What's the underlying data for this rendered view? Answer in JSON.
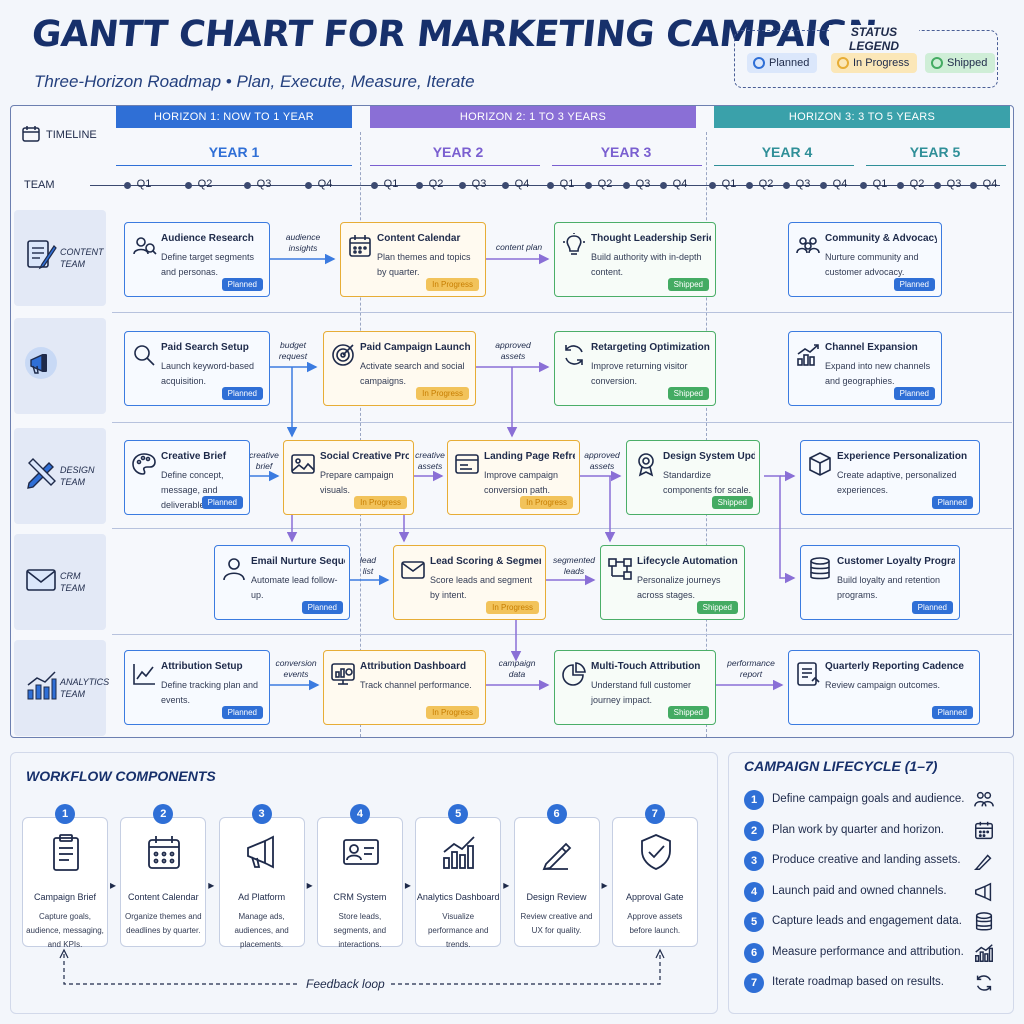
{
  "header": {
    "title": "GANTT CHART FOR MARKETING CAMPAIGN",
    "subtitle": "Three-Horizon Roadmap • Plan, Execute, Measure, Iterate"
  },
  "legend": {
    "title": "STATUS LEGEND",
    "items": [
      {
        "label": "Planned",
        "color": "#2f6fd6"
      },
      {
        "label": "In Progress",
        "color": "#e7ad36"
      },
      {
        "label": "Shipped",
        "color": "#44ab63"
      }
    ]
  },
  "timeline": {
    "label": "TIMELINE",
    "team_label": "TEAM",
    "horizons": [
      {
        "label": "HORIZON 1: NOW TO 1 YEAR",
        "color": "#2f6fd6"
      },
      {
        "label": "HORIZON 2: 1 TO 3 YEARS",
        "color": "#8a6fd6"
      },
      {
        "label": "HORIZON 3: 3 TO 5 YEARS",
        "color": "#3aa1aa"
      }
    ],
    "years": [
      "YEAR 1",
      "YEAR 2",
      "YEAR 3",
      "YEAR 4",
      "YEAR 5"
    ],
    "quarters": [
      "Q1",
      "Q2",
      "Q3",
      "Q4"
    ]
  },
  "teams": [
    {
      "name": "CONTENT TEAM",
      "icon": "document-pencil-icon"
    },
    {
      "name": "",
      "icon": "megaphone-icon"
    },
    {
      "name": "DESIGN TEAM",
      "icon": "pencil-ruler-icon"
    },
    {
      "name": "CRM TEAM",
      "icon": "envelope-icon"
    },
    {
      "name": "ANALYTICS TEAM",
      "icon": "bar-chart-icon"
    }
  ],
  "status_labels": {
    "planned": "Planned",
    "progress": "In Progress",
    "shipped": "Shipped"
  },
  "tasks": [
    {
      "title": "Audience Research",
      "desc": "Define target segments and personas.",
      "status": "planned",
      "icon": "people-search-icon"
    },
    {
      "title": "Content Calendar",
      "desc": "Plan themes and topics by quarter.",
      "status": "progress",
      "icon": "calendar-icon"
    },
    {
      "title": "Thought Leadership Series",
      "desc": "Build authority with in-depth content.",
      "status": "shipped",
      "icon": "lightbulb-icon"
    },
    {
      "title": "Community & Advocacy",
      "desc": "Nurture community and customer advocacy.",
      "status": "planned",
      "icon": "group-icon"
    },
    {
      "title": "Paid Search Setup",
      "desc": "Launch keyword-based acquisition.",
      "status": "planned",
      "icon": "magnifier-icon"
    },
    {
      "title": "Paid Campaign Launch",
      "desc": "Activate search and social campaigns.",
      "status": "progress",
      "icon": "target-icon"
    },
    {
      "title": "Retargeting Optimization",
      "desc": "Improve returning visitor conversion.",
      "status": "shipped",
      "icon": "refresh-icon"
    },
    {
      "title": "Channel Expansion",
      "desc": "Expand into new channels and geographies.",
      "status": "planned",
      "icon": "growth-chart-icon"
    },
    {
      "title": "Creative Brief",
      "desc": "Define concept, message, and deliverables.",
      "status": "planned",
      "icon": "palette-icon"
    },
    {
      "title": "Social Creative Production",
      "desc": "Prepare campaign visuals.",
      "status": "progress",
      "icon": "image-icon"
    },
    {
      "title": "Landing Page Refresh",
      "desc": "Improve campaign conversion path.",
      "status": "progress",
      "icon": "browser-window-icon"
    },
    {
      "title": "Design System Update",
      "desc": "Standardize components for scale.",
      "status": "shipped",
      "icon": "badge-icon"
    },
    {
      "title": "Experience Personalization",
      "desc": "Create adaptive, personalized experiences.",
      "status": "planned",
      "icon": "cube-icon"
    },
    {
      "title": "Email Nurture Sequence",
      "desc": "Automate lead follow-up.",
      "status": "planned",
      "icon": "person-icon"
    },
    {
      "title": "Lead Scoring & Segmentation",
      "desc": "Score leads and segment by intent.",
      "status": "progress",
      "icon": "envelope-icon"
    },
    {
      "title": "Lifecycle Automation",
      "desc": "Personalize journeys across stages.",
      "status": "shipped",
      "icon": "workflow-icon"
    },
    {
      "title": "Customer Loyalty Program",
      "desc": "Build loyalty and retention programs.",
      "status": "planned",
      "icon": "database-icon"
    },
    {
      "title": "Attribution Setup",
      "desc": "Define tracking plan and events.",
      "status": "planned",
      "icon": "line-chart-icon"
    },
    {
      "title": "Attribution Dashboard",
      "desc": "Track channel performance.",
      "status": "progress",
      "icon": "dashboard-icon"
    },
    {
      "title": "Multi-Touch Attribution",
      "desc": "Understand full customer journey impact.",
      "status": "shipped",
      "icon": "pie-chart-icon"
    },
    {
      "title": "Quarterly Reporting Cadence",
      "desc": "Review campaign outcomes.",
      "status": "planned",
      "icon": "report-icon"
    }
  ],
  "connectors": [
    "audience insights",
    "content plan",
    "budget request",
    "approved assets",
    "creative brief",
    "creative assets",
    "approved assets",
    "lead list",
    "segmented leads",
    "conversion events",
    "campaign data",
    "performance report"
  ],
  "workflow": {
    "title": "WORKFLOW COMPONENTS",
    "feedback": "Feedback loop",
    "items": [
      {
        "num": "1",
        "title": "Campaign Brief",
        "desc": "Capture goals, audience, messaging, and KPIs.",
        "icon": "clipboard-icon"
      },
      {
        "num": "2",
        "title": "Content Calendar",
        "desc": "Organize themes and deadlines by quarter.",
        "icon": "calendar-icon"
      },
      {
        "num": "3",
        "title": "Ad Platform",
        "desc": "Manage ads, audiences, and placements.",
        "icon": "megaphone-icon"
      },
      {
        "num": "4",
        "title": "CRM System",
        "desc": "Store leads, segments, and interactions.",
        "icon": "id-card-icon"
      },
      {
        "num": "5",
        "title": "Analytics Dashboard",
        "desc": "Visualize performance and trends.",
        "icon": "bar-chart-icon"
      },
      {
        "num": "6",
        "title": "Design Review",
        "desc": "Review creative and UX for quality.",
        "icon": "pen-icon"
      },
      {
        "num": "7",
        "title": "Approval Gate",
        "desc": "Approve assets before launch.",
        "icon": "shield-check-icon"
      }
    ]
  },
  "lifecycle": {
    "title": "CAMPAIGN LIFECYCLE (1–7)",
    "items": [
      {
        "num": "1",
        "text": "Define campaign goals and audience.",
        "icon": "people-icon"
      },
      {
        "num": "2",
        "text": "Plan work by quarter and horizon.",
        "icon": "calendar-icon"
      },
      {
        "num": "3",
        "text": "Produce creative and landing assets.",
        "icon": "pencil-icon"
      },
      {
        "num": "4",
        "text": "Launch paid and owned channels.",
        "icon": "megaphone-icon"
      },
      {
        "num": "5",
        "text": "Capture leads and engagement data.",
        "icon": "database-icon"
      },
      {
        "num": "6",
        "text": "Measure performance and attribution.",
        "icon": "bar-chart-icon"
      },
      {
        "num": "7",
        "text": "Iterate roadmap based on results.",
        "icon": "refresh-icon"
      }
    ]
  }
}
